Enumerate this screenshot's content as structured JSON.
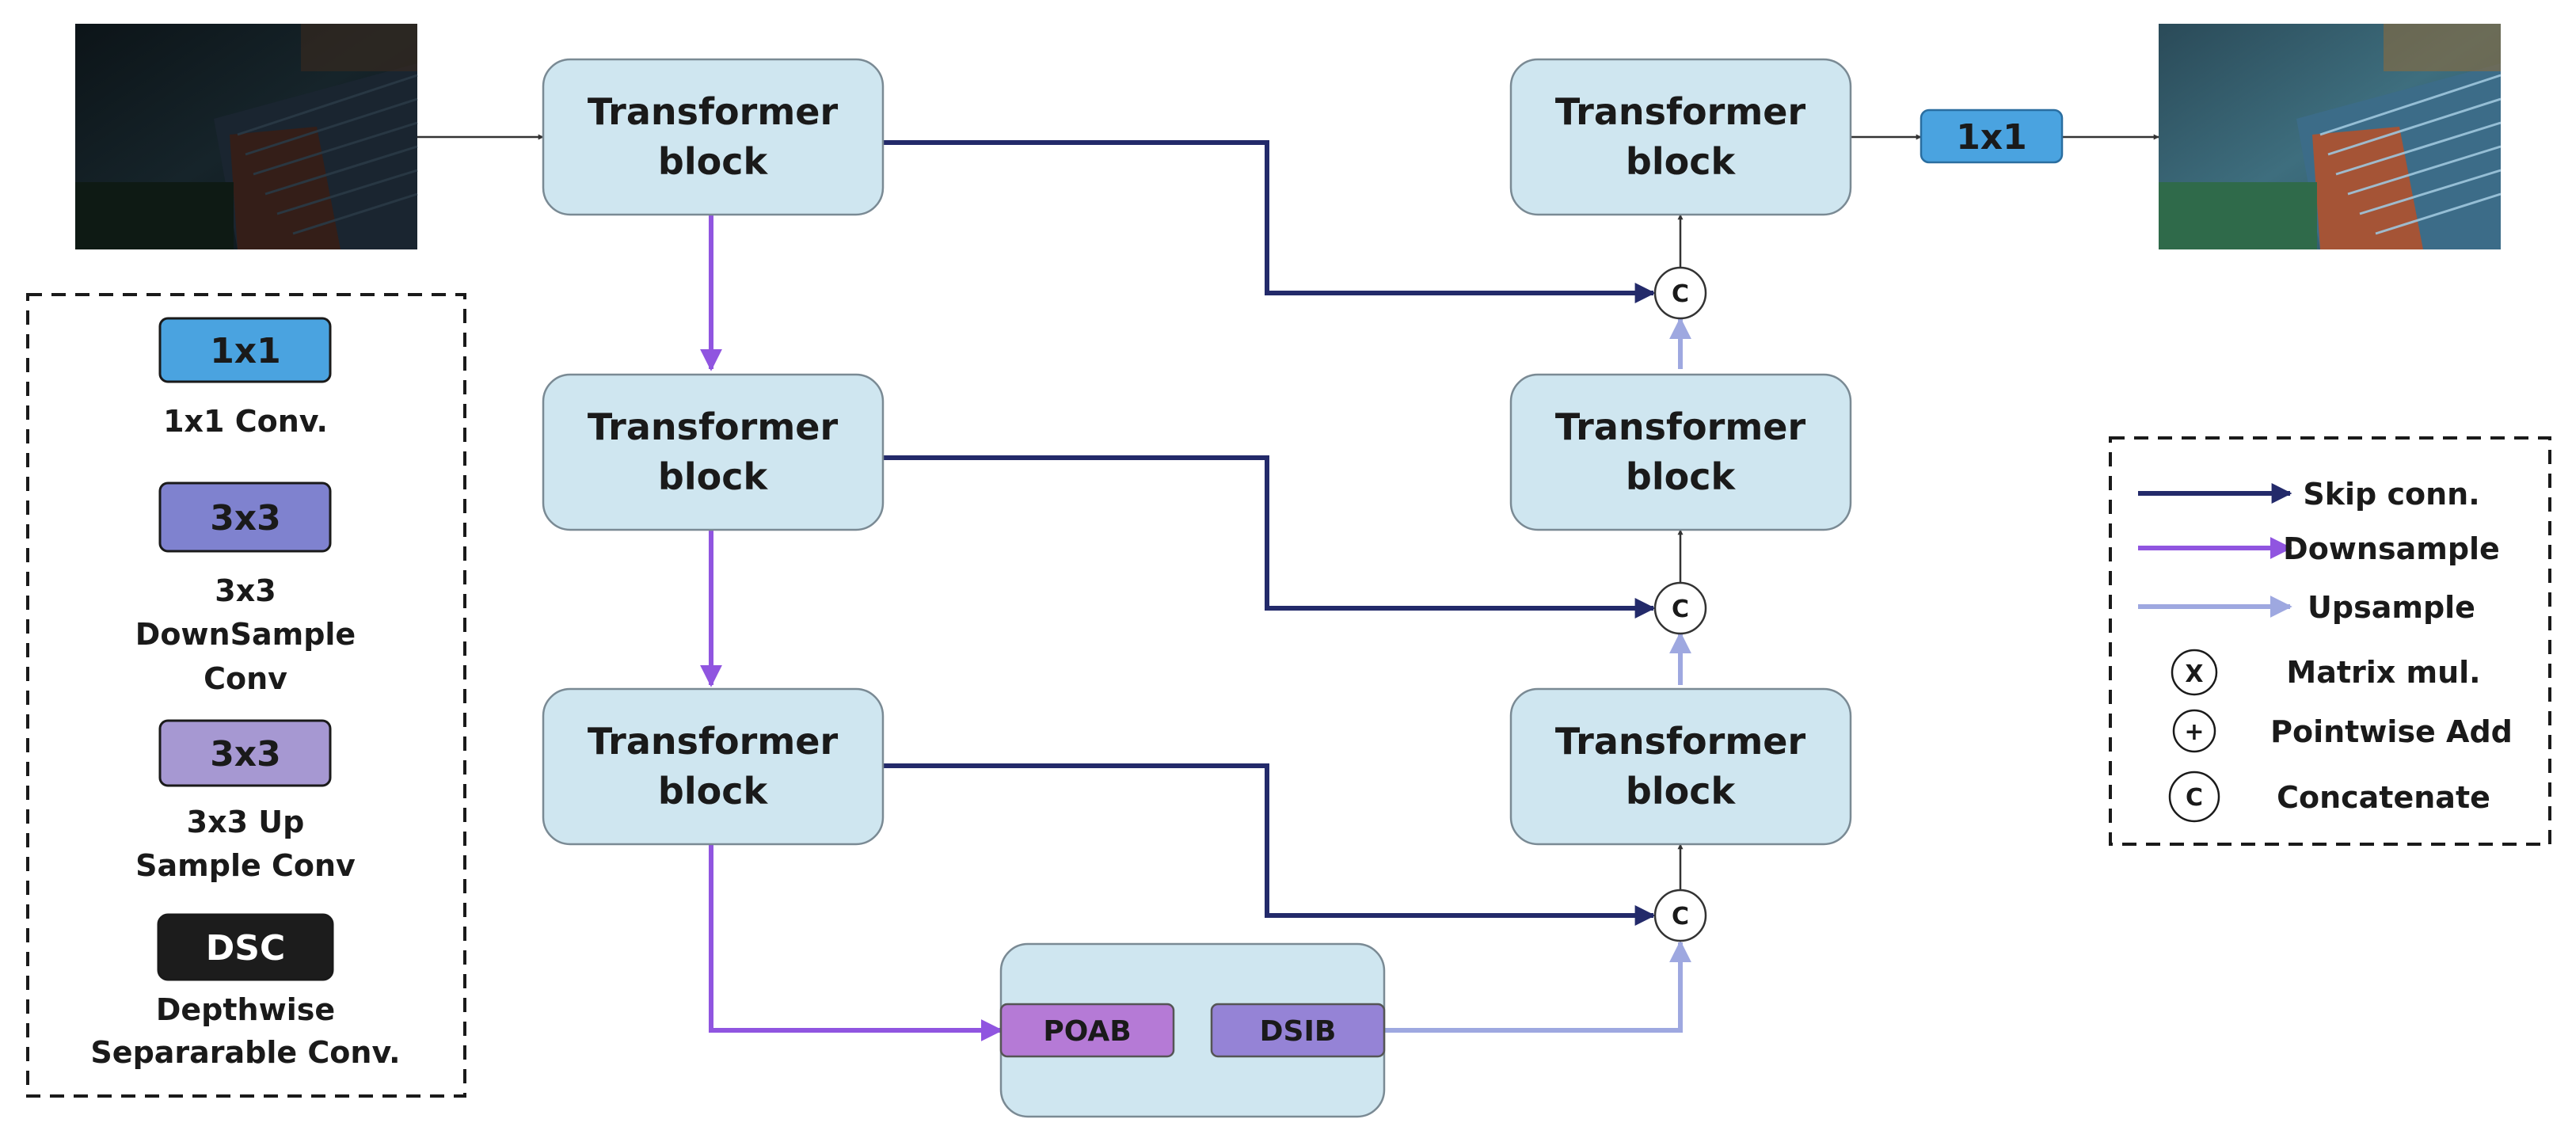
{
  "colors": {
    "block_fill": "#cfe6f0",
    "block_stroke": "#7a8a94",
    "skip": "#232a6a",
    "down": "#9055e0",
    "up": "#9ea8e0",
    "conv1x1": "#4aa3e0",
    "down3x3": "#7f82cf",
    "up3x3": "#a698d2",
    "dsc": "#1c1c1c",
    "poab": "#b57ad6",
    "dsib": "#9583d6",
    "bottleneck_fill": "#cfe6f0"
  },
  "blocks": {
    "line1": "Transformer",
    "line2": "block"
  },
  "output_conv": "1x1",
  "concat_symbol": "C",
  "bottleneck": {
    "poab": "POAB",
    "dsib": "DSIB"
  },
  "left_legend": {
    "conv1x1": {
      "swatch": "1x1",
      "label": "1x1 Conv."
    },
    "down3x3": {
      "swatch": "3x3",
      "label_lines": [
        "3x3",
        "DownSample",
        "Conv"
      ]
    },
    "up3x3": {
      "swatch": "3x3",
      "label_lines": [
        "3x3 Up",
        "Sample Conv"
      ]
    },
    "dsc": {
      "swatch": "DSC",
      "label_lines": [
        "Depthwise",
        "Separarable Conv."
      ]
    }
  },
  "right_legend": {
    "skip": "Skip conn.",
    "down": "Downsample",
    "up": "Upsample",
    "matmul_symbol": "X",
    "matmul": "Matrix mul.",
    "add_symbol": "+",
    "add": "Pointwise Add",
    "concat_symbol": "C",
    "concat": "Concatenate"
  }
}
